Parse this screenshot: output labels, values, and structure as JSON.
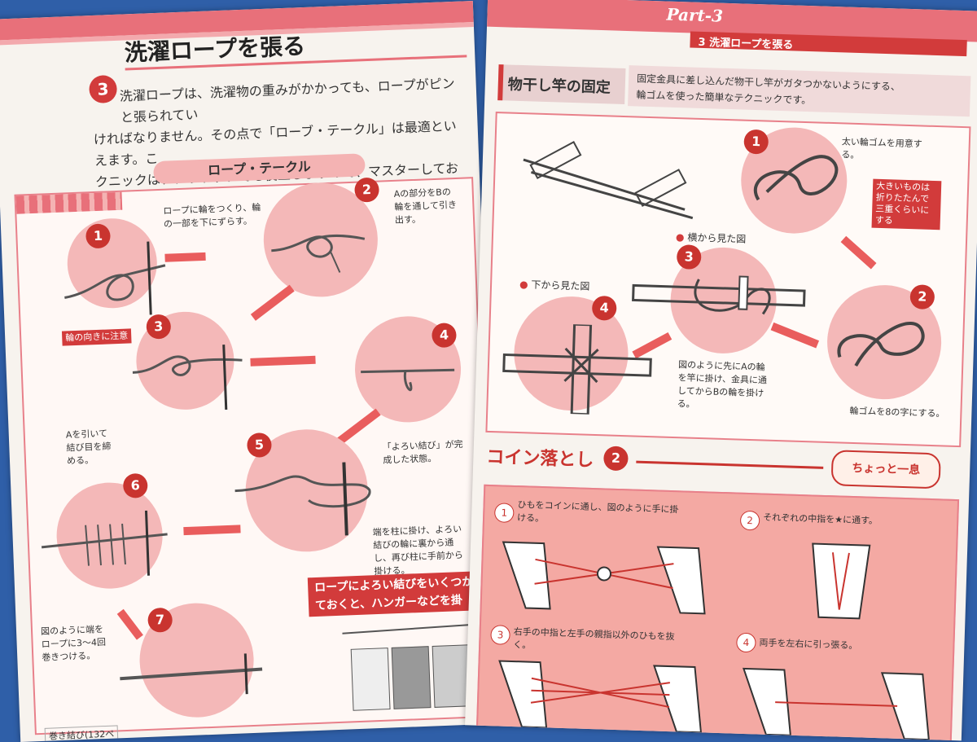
{
  "left_page": {
    "section_number": "3",
    "title": "洗濯ロープを張る",
    "intro_lines": [
      "洗濯ロープは、洗濯物の重みがかかっても、ロープがピンと張られてい",
      "ければなりません。その点で「ローブ・テークル」は最適といえます。こ",
      "クニックは、アウトドアでも役立ちますので、マスターしておくといいでし"
    ],
    "subsection_title": "ロープ・テークル",
    "steps": [
      {
        "num": "1",
        "note": "ロープに輪をつくり、輪の一部を下にずらす。"
      },
      {
        "num": "2",
        "note": "Aの部分をBの輪を通して引き出す。"
      },
      {
        "num": "3",
        "note": "Aを引いて結び目を締める。"
      },
      {
        "num": "4",
        "note": "「よろい結び」が完成した状態。"
      },
      {
        "num": "5",
        "note": "端を柱に掛け、よろい結びの輪に裏から通し、再び柱に手前から掛ける。"
      },
      {
        "num": "6",
        "note": "図のように端をロープに3〜4回巻きつける。"
      },
      {
        "num": "7",
        "note": ""
      }
    ],
    "tag_wa_muki": "輪の向きに注意",
    "callout_lines": [
      "ロープによろい結びをいくつか",
      "ておくと、ハンガーなどを掛"
    ],
    "footer_tag": "巻き結び(132ペ"
  },
  "right_page": {
    "part_label": "Part-3",
    "header_sub": "3 洗濯ロープを張る",
    "mini_title": "物干し竿の固定",
    "mini_desc_lines": [
      "固定金具に差し込んだ物干し竿がガタつかないようにする、",
      "輪ゴムを使った簡単なテクニックです。"
    ],
    "steps": [
      {
        "num": "1",
        "note": "太い輪ゴムを用意する。"
      },
      {
        "num": "2",
        "note": "輪ゴムを8の字にする。"
      },
      {
        "num": "3",
        "note": "図のように先にAの輪を竿に掛け、金具に通してからBの輪を掛ける。"
      },
      {
        "num": "4",
        "note": ""
      }
    ],
    "tag_big": "大きいものは折りたたんで三重くらいにする",
    "label_side": "横から見た図",
    "label_bottom": "下から見た図",
    "coin_title": "コイン落とし",
    "coin_num": "2",
    "coin_badge": "ちょっと一息",
    "coin_steps": [
      {
        "num": "1",
        "text": "ひもをコインに通し、図のように手に掛ける。"
      },
      {
        "num": "2",
        "text": "それぞれの中指を★に通す。"
      },
      {
        "num": "3",
        "text": "右手の中指と左手の親指以外のひもを抜く。"
      },
      {
        "num": "4",
        "text": "両手を左右に引っ張る。"
      }
    ]
  },
  "colors": {
    "accent_red": "#d23b3b",
    "pink": "#f4b8b8",
    "band": "#e8707a"
  }
}
